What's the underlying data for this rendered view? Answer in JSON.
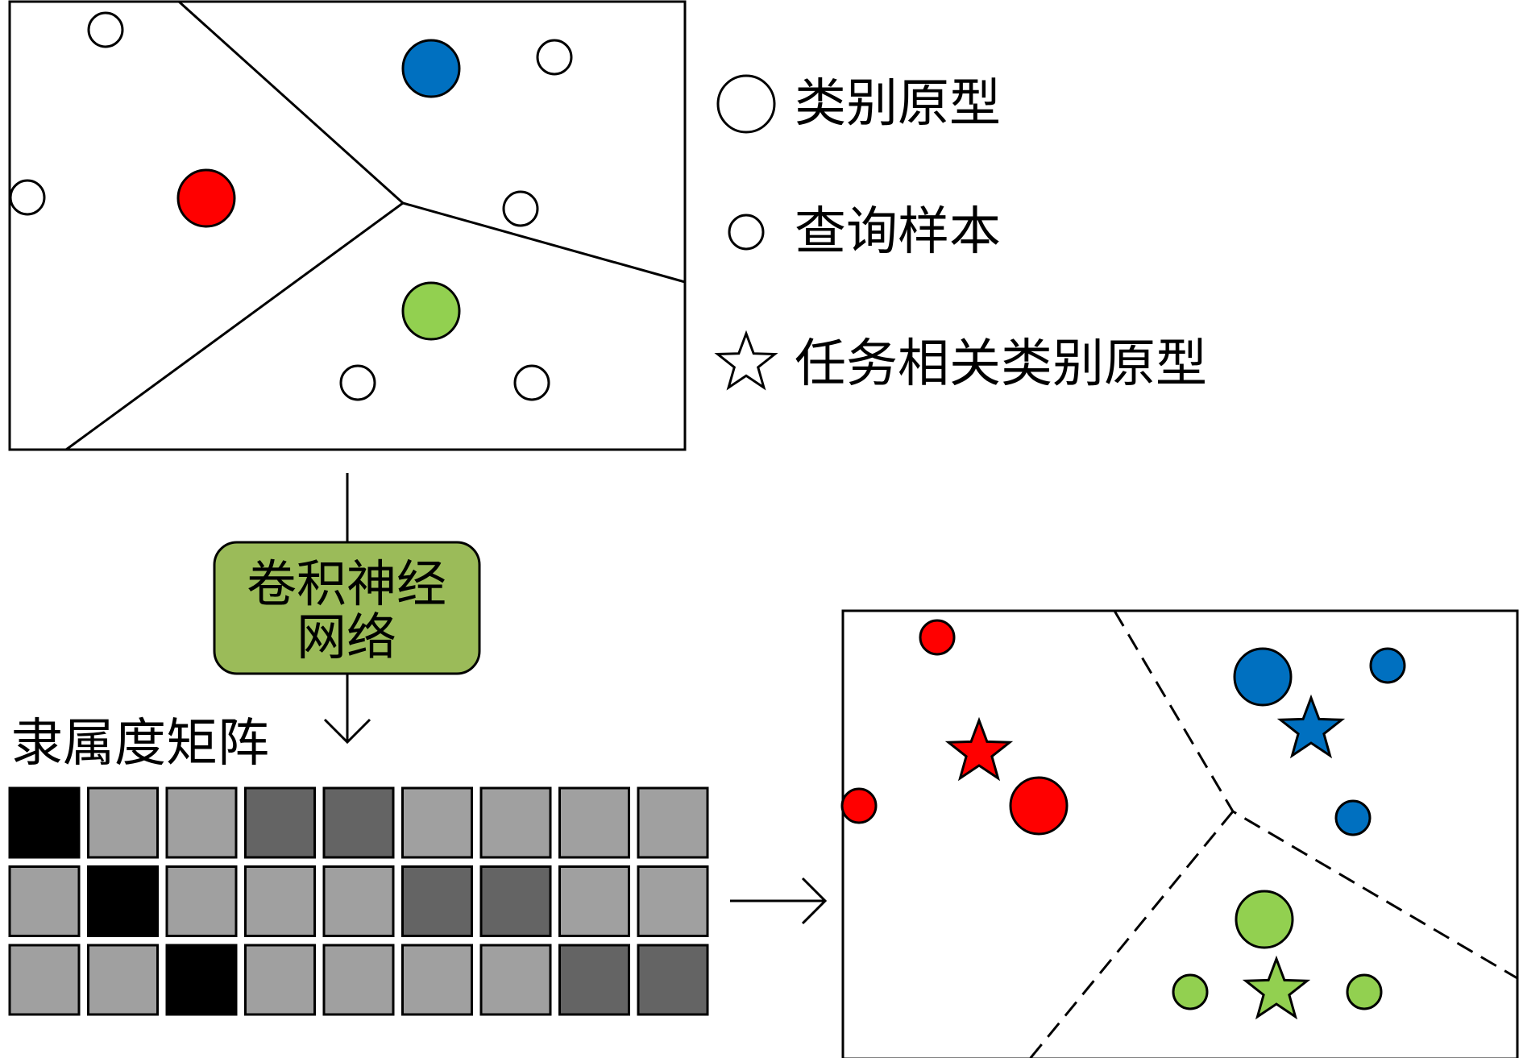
{
  "legend": {
    "prototype": "类别原型",
    "query": "查询样本",
    "task_prototype": "任务相关类别原型"
  },
  "network_box": {
    "line1": "卷积神经",
    "line2": "网络"
  },
  "matrix": {
    "title": "隶属度矩阵",
    "rows": [
      [
        "#000000",
        "#a0a0a0",
        "#a0a0a0",
        "#646464",
        "#646464",
        "#a0a0a0",
        "#a0a0a0",
        "#a0a0a0",
        "#a0a0a0"
      ],
      [
        "#a0a0a0",
        "#000000",
        "#a0a0a0",
        "#a0a0a0",
        "#a0a0a0",
        "#646464",
        "#646464",
        "#a0a0a0",
        "#a0a0a0"
      ],
      [
        "#a0a0a0",
        "#a0a0a0",
        "#000000",
        "#a0a0a0",
        "#a0a0a0",
        "#a0a0a0",
        "#a0a0a0",
        "#646464",
        "#646464"
      ]
    ]
  },
  "colors": {
    "red": "#ff0000",
    "blue": "#0070c0",
    "green": "#92d050",
    "box_fill": "#9bbb59",
    "stroke": "#000000"
  }
}
